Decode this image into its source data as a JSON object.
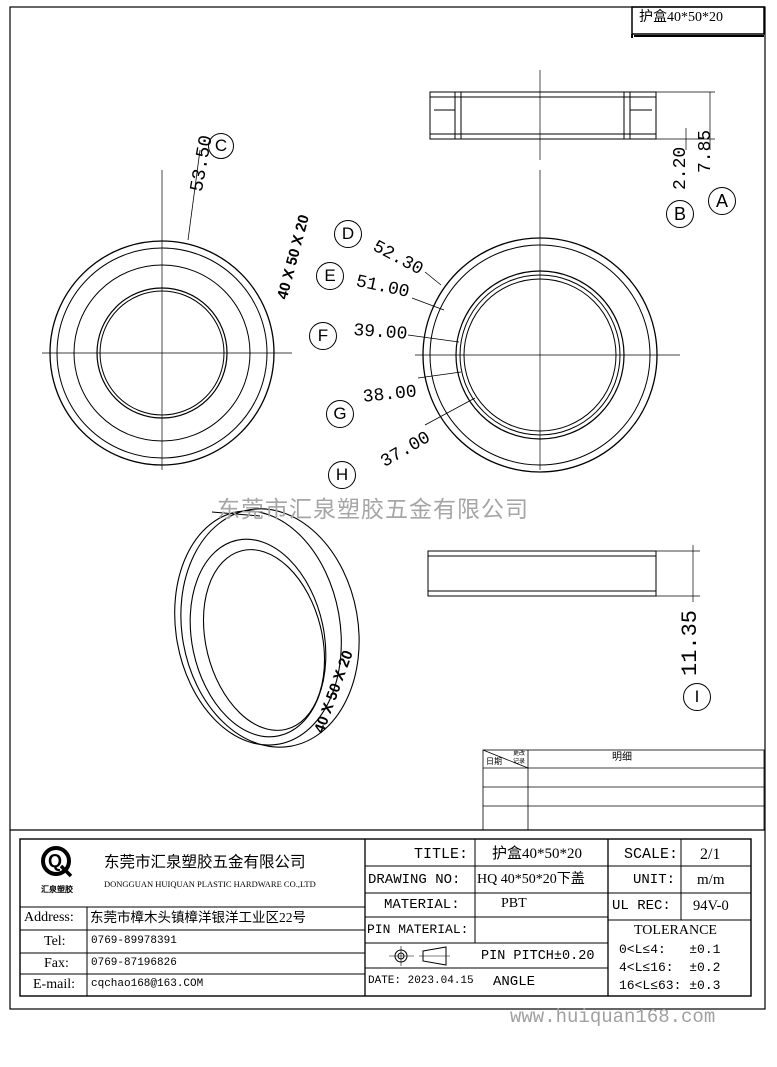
{
  "corner_title": "护盒40*50*20",
  "dims": {
    "top_view_outer": "53.50",
    "top_view_callout": "C",
    "side_height_a": "7.85",
    "side_height_b": "2.20",
    "callout_a": "A",
    "callout_b": "B",
    "d1": "52.30",
    "d2": "51.00",
    "d3": "39.00",
    "d4": "38.00",
    "d5": "37.00",
    "callout_d": "D",
    "callout_e": "E",
    "callout_f": "F",
    "callout_g": "G",
    "callout_h": "H",
    "lid_height": "11.35",
    "callout_i": "I"
  },
  "marking_text": "40 X 50 X 20",
  "watermark_center": "东莞市汇泉塑胶五金有限公司",
  "watermark_bottom": "www.huiquan168.com",
  "revision_table": {
    "col_date": "日期",
    "col_change": "更改",
    "col_record": "记录",
    "col_detail": "明细"
  },
  "company": {
    "logo_letter": "Q",
    "logo_caption": "汇泉塑胶",
    "name_cn": "东莞市汇泉塑胶五金有限公司",
    "name_en": "DONGGUAN HUIQUAN PLASTIC HARDWARE CO.,LTD",
    "address_label": "Address:",
    "address_value": "东莞市樟木头镇樟洋银洋工业区22号",
    "tel_label": "Tel:",
    "tel_value": "0769-89978391",
    "fax_label": "Fax:",
    "fax_value": "0769-87196826",
    "email_label": "E-mail:",
    "email_value": "cqchao168@163.COM"
  },
  "titleblock": {
    "title_label": "TITLE:",
    "title_value": "护盒40*50*20",
    "drawing_no_label": "DRAWING NO:",
    "drawing_no_value": "HQ 40*50*20下盖",
    "material_label": "MATERIAL:",
    "material_value": "PBT",
    "pin_material_label": "PIN MATERIAL:",
    "pin_pitch": "PIN PITCH±0.20",
    "date": "DATE: 2023.04.15",
    "angle": "ANGLE",
    "scale_label": "SCALE:",
    "scale_value": "2/1",
    "unit_label": "UNIT:",
    "unit_value": "m/m",
    "ul_rec_label": "UL REC:",
    "ul_rec_value": "94V-0",
    "tolerance_title": "TOLERANCE",
    "tol_1": "0<L≤4:   ±0.1",
    "tol_2": "4<L≤16:  ±0.2",
    "tol_3": "16<L≤63: ±0.3"
  }
}
